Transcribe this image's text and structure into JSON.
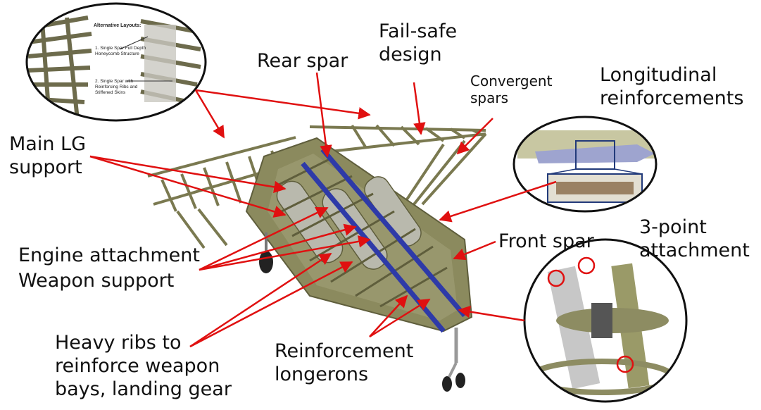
{
  "labels": {
    "rear_spar": "Rear spar",
    "fail_safe": "Fail-safe\ndesign",
    "convergent_spars": "Convergent\nspars",
    "longitudinal_reinforcements": "Longitudinal\nreinforcements",
    "main_lg_support": "Main LG\nsupport",
    "engine_attachment": "Engine attachment",
    "weapon_support": "Weapon support",
    "front_spar": "Front spar",
    "three_point_attachment": "3-point\nattachment",
    "heavy_ribs": "Heavy ribs to\nreinforce weapon\nbays, landing gear",
    "reinforcement_longerons": "Reinforcement\nlongerons"
  },
  "inset_layouts": {
    "title": "Alternative Layouts:",
    "option1": "1. Single Spar Full Depth\nHoneycomb Structure",
    "option2": "2. Single Spar with\nReinforcing Ribs and\nStiffened Skins"
  },
  "colors": {
    "structure": "#8b8a5e",
    "structure_dark": "#5f5e3c",
    "spar_blue": "#2e3aa8",
    "arrow_red": "#e01010"
  }
}
